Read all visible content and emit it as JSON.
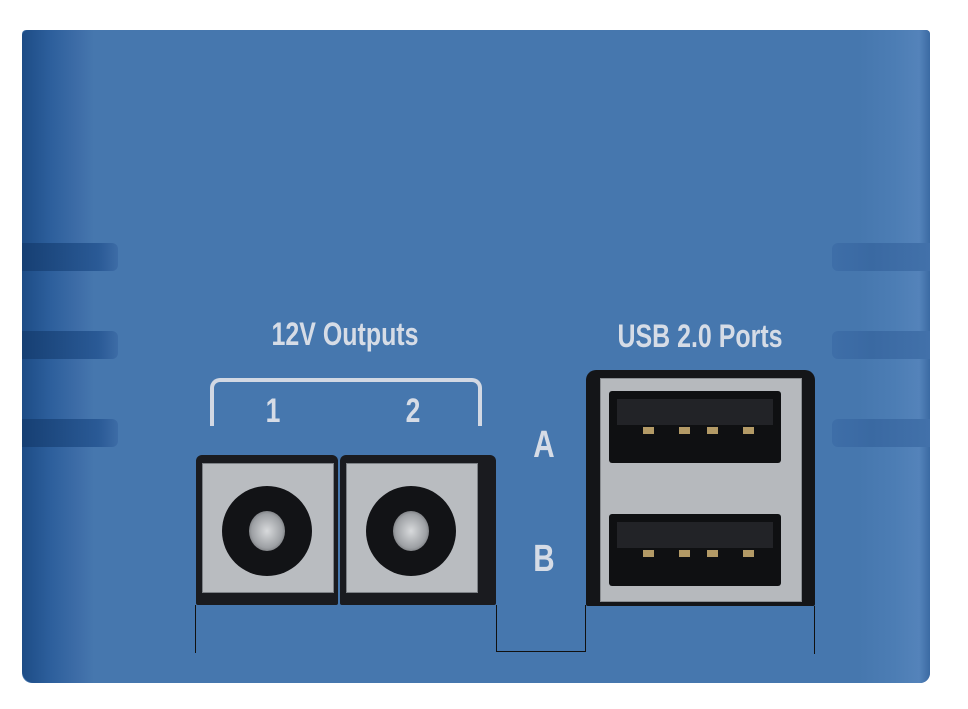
{
  "outputs": {
    "title": "12V Outputs",
    "port_1": "1",
    "port_2": "2"
  },
  "usb": {
    "title": "USB 2.0 Ports",
    "port_a": "A",
    "port_b": "B"
  },
  "colors": {
    "body": "#4677ae",
    "label": "#d6dce6"
  }
}
